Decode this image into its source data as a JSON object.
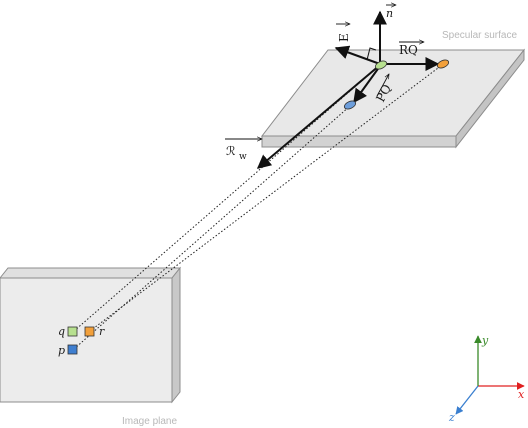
{
  "labels": {
    "specular_surface": "Specular surface",
    "image_plane": "Image plane",
    "vec_E": "E",
    "vec_n": "n",
    "vec_RQ": "RQ",
    "vec_PQ": "PQ",
    "r_w": "ℛ",
    "r_w_sub": "w",
    "pixel_q": "q",
    "pixel_r": "r",
    "pixel_p": "p",
    "axis_x": "x",
    "axis_y": "y",
    "axis_z": "z"
  },
  "colors": {
    "surface_fill": "#e6e6e6",
    "surface_edge": "#8c8c8c",
    "point_green": "#b7e08f",
    "point_orange": "#f2a03b",
    "point_blue": "#6d9edb",
    "axis_x": "#e02020",
    "axis_y": "#3a8a2a",
    "axis_z": "#3a7fd0"
  }
}
